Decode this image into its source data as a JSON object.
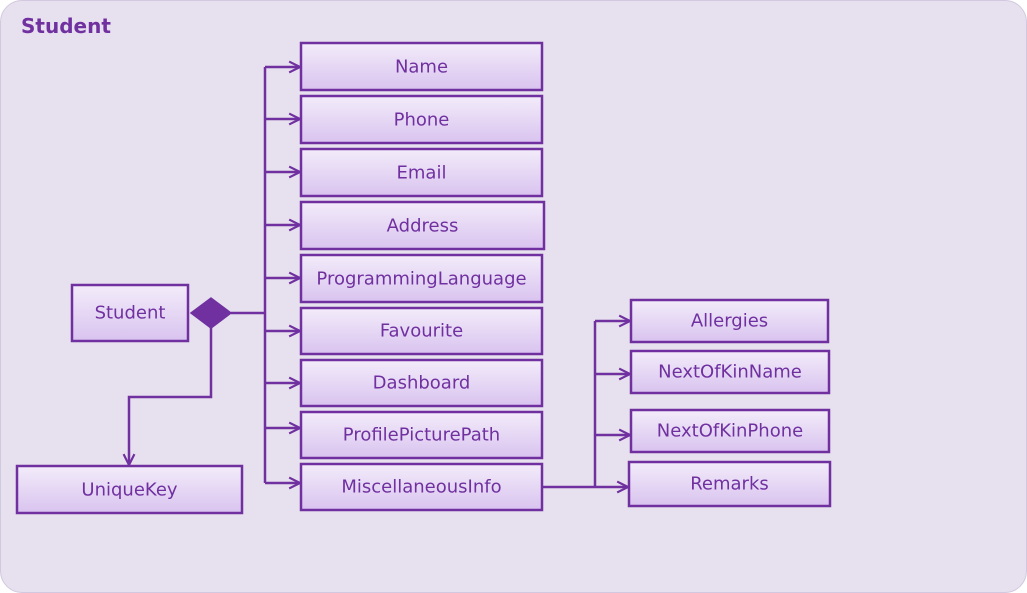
{
  "package": {
    "title": "Student"
  },
  "colors": {
    "stroke": "#7030a0",
    "text": "#7030a0",
    "box_top": "#f3ecfa",
    "box_bottom": "#d9c3ef",
    "background": "#e7e0ee"
  },
  "nodes": {
    "student": "Student",
    "unique_key": "UniqueKey",
    "name": "Name",
    "phone": "Phone",
    "email": "Email",
    "address": "Address",
    "programming_language": "ProgrammingLanguage",
    "favourite": "Favourite",
    "dashboard": "Dashboard",
    "profile_picture_path": "ProfilePicturePath",
    "miscellaneous_info": "MiscellaneousInfo",
    "allergies": "Allergies",
    "next_of_kin_name": "NextOfKinName",
    "next_of_kin_phone": "NextOfKinPhone",
    "remarks": "Remarks"
  },
  "relationships": [
    {
      "from": "Student",
      "to": "Name",
      "type": "composition"
    },
    {
      "from": "Student",
      "to": "Phone",
      "type": "composition"
    },
    {
      "from": "Student",
      "to": "Email",
      "type": "composition"
    },
    {
      "from": "Student",
      "to": "Address",
      "type": "composition"
    },
    {
      "from": "Student",
      "to": "ProgrammingLanguage",
      "type": "composition"
    },
    {
      "from": "Student",
      "to": "Favourite",
      "type": "composition"
    },
    {
      "from": "Student",
      "to": "Dashboard",
      "type": "composition"
    },
    {
      "from": "Student",
      "to": "ProfilePicturePath",
      "type": "composition"
    },
    {
      "from": "Student",
      "to": "MiscellaneousInfo",
      "type": "composition"
    },
    {
      "from": "Student",
      "to": "UniqueKey",
      "type": "composition"
    },
    {
      "from": "MiscellaneousInfo",
      "to": "Allergies",
      "type": "association"
    },
    {
      "from": "MiscellaneousInfo",
      "to": "NextOfKinName",
      "type": "association"
    },
    {
      "from": "MiscellaneousInfo",
      "to": "NextOfKinPhone",
      "type": "association"
    },
    {
      "from": "MiscellaneousInfo",
      "to": "Remarks",
      "type": "association"
    }
  ]
}
